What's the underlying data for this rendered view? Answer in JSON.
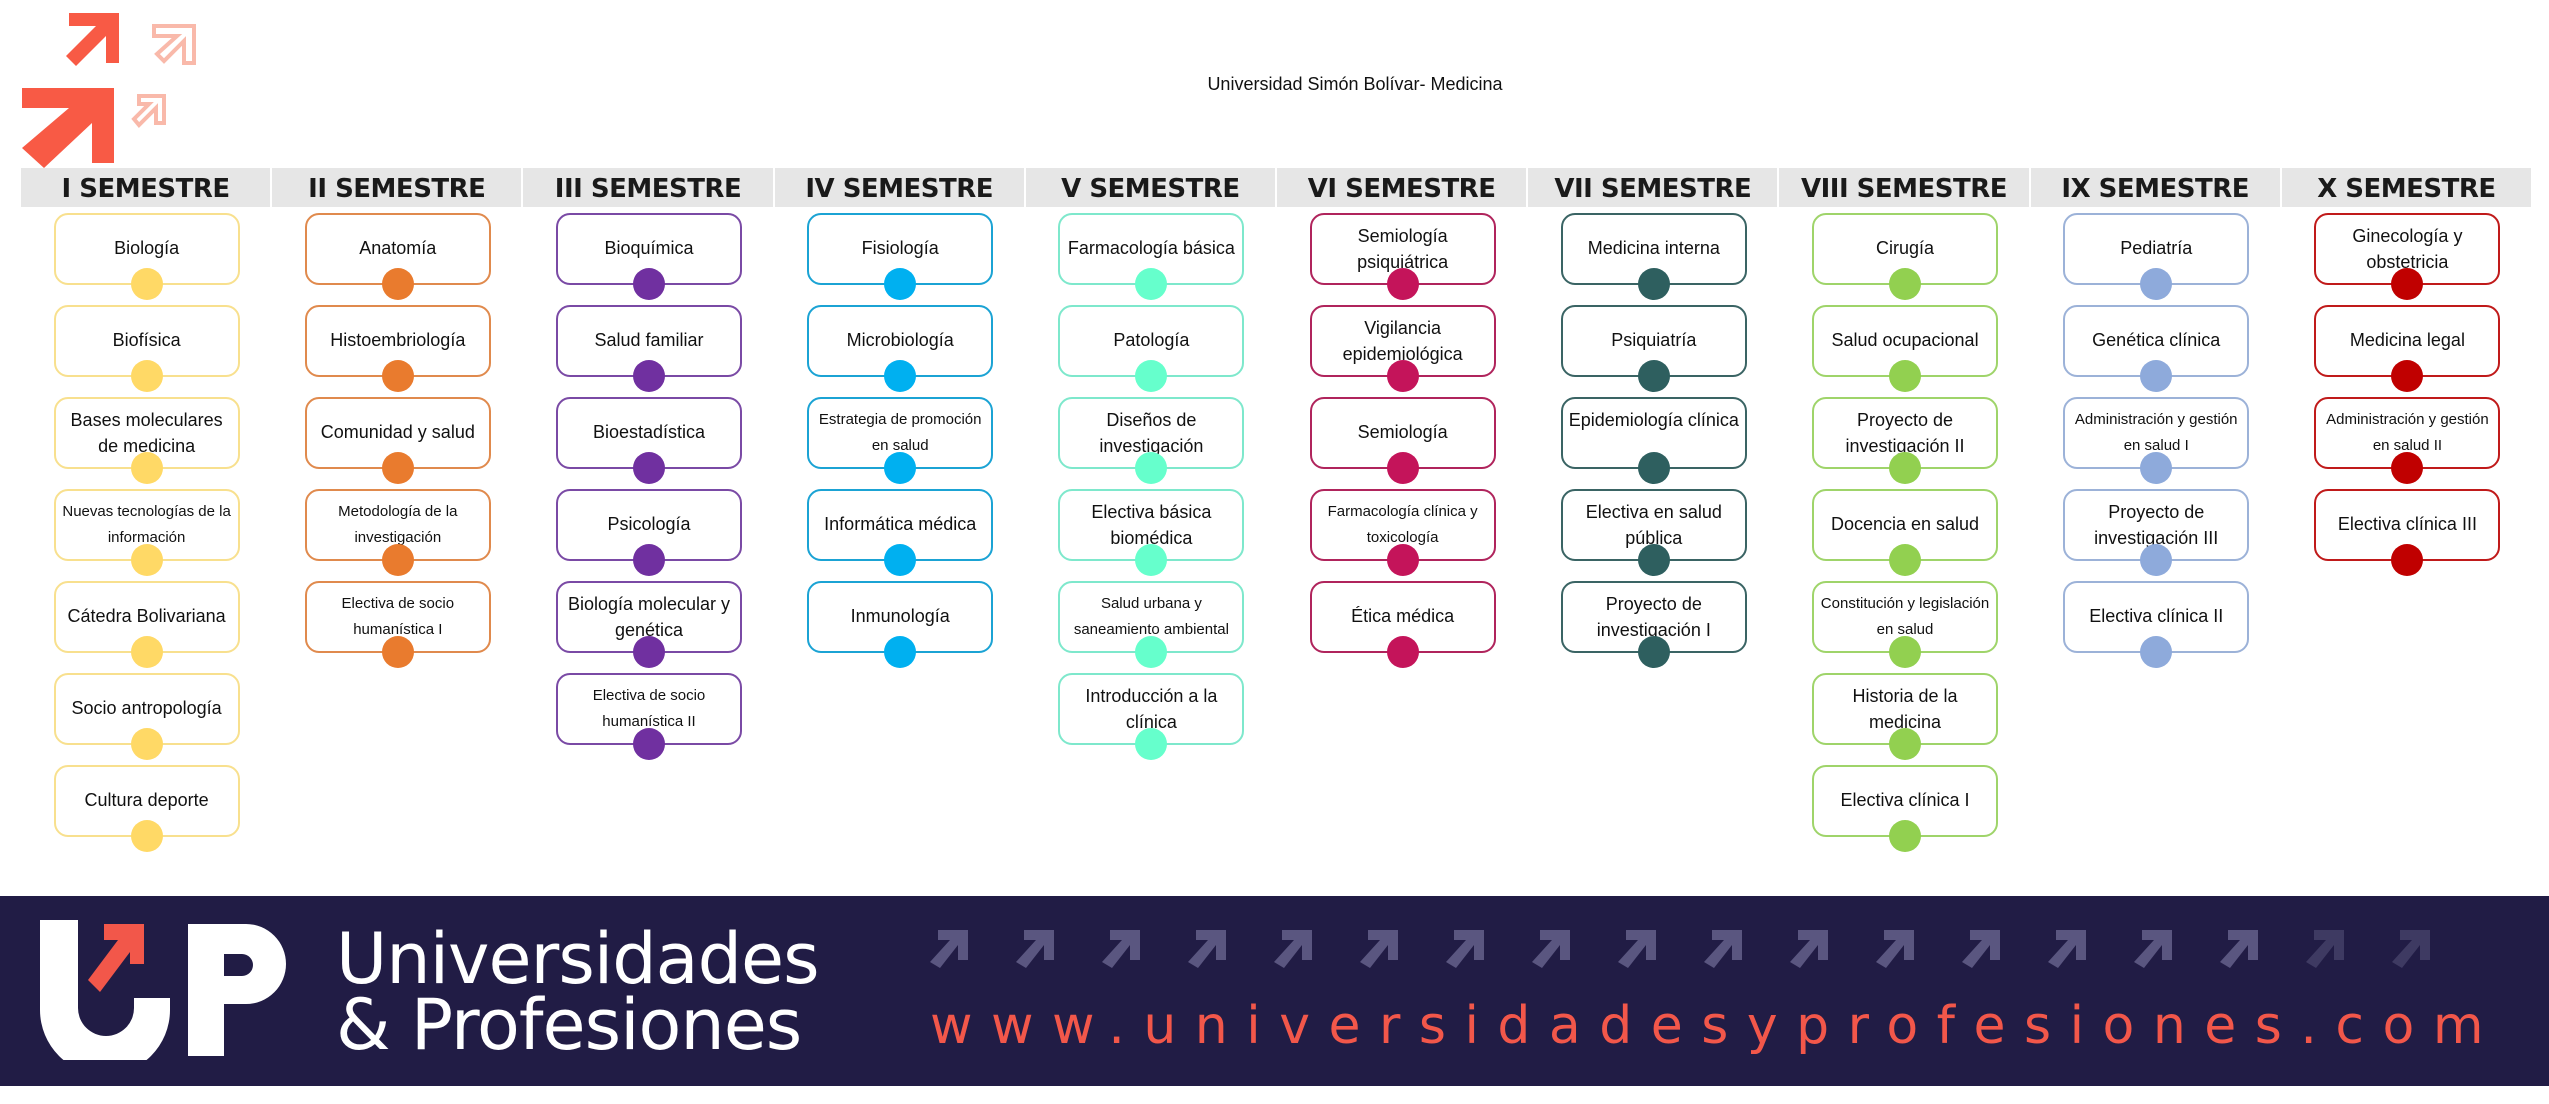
{
  "title": "Universidad Simón Bolívar- Medicina",
  "semesters": [
    {
      "name": "I SEMESTRE",
      "color": "#ffd966",
      "border": "#f8e08e",
      "courses": [
        "Biología",
        "Biofísica",
        "Bases moleculares de medicina",
        "Nuevas tecnologías de la información",
        "Cátedra Bolivariana",
        "Socio antropología",
        "Cultura deporte"
      ]
    },
    {
      "name": "II SEMESTRE",
      "color": "#e97b2e",
      "border": "#e08a4d",
      "courses": [
        "Anatomía",
        "Histoembriología",
        "Comunidad y salud",
        "Metodología de la investigación",
        "Electiva de socio humanística I"
      ]
    },
    {
      "name": "III SEMESTRE",
      "color": "#7030a0",
      "border": "#7a4aa5",
      "courses": [
        "Bioquímica",
        "Salud familiar",
        "Bioestadística",
        "Psicología",
        "Biología molecular y genética",
        "Electiva de socio humanística II"
      ]
    },
    {
      "name": "IV SEMESTRE",
      "color": "#00b0f0",
      "border": "#1ba3d4",
      "courses": [
        "Fisiología",
        "Microbiología",
        "Estrategia de promoción en salud",
        "Informática médica",
        "Inmunología"
      ]
    },
    {
      "name": "V SEMESTRE",
      "color": "#66ffcc",
      "border": "#7ee8cc",
      "courses": [
        "Farmacología básica",
        "Patología",
        "Diseños de investigación",
        "Electiva básica biomédica",
        "Salud urbana y saneamiento ambiental",
        "Introducción a la clínica"
      ]
    },
    {
      "name": "VI SEMESTRE",
      "color": "#c4145a",
      "border": "#b0245c",
      "courses": [
        "Semiología psiquiátrica",
        "Vigilancia epidemiológica",
        "Semiología",
        "Farmacología clínica y toxicología",
        "Ética médica"
      ]
    },
    {
      "name": "VII SEMESTRE",
      "color": "#2e5f5f",
      "border": "#3a6464",
      "courses": [
        "Medicina interna",
        "Psiquiatría",
        "Epidemiología clínica",
        "Electiva en salud pública",
        "Proyecto de investigación I"
      ]
    },
    {
      "name": "VIII SEMESTRE",
      "color": "#92d050",
      "border": "#9fd46a",
      "courses": [
        "Cirugía",
        "Salud ocupacional",
        "Proyecto de investigación II",
        "Docencia en salud",
        "Constitución y legislación en salud",
        "Historia de la medicina",
        "Electiva clínica I"
      ]
    },
    {
      "name": "IX SEMESTRE",
      "color": "#8eaadb",
      "border": "#9cb2d8",
      "courses": [
        "Pediatría",
        "Genética clínica",
        "Administración y gestión en salud I",
        "Proyecto de investigación III",
        "Electiva clínica II"
      ]
    },
    {
      "name": "X SEMESTRE",
      "color": "#c00000",
      "border": "#c01a1a",
      "courses": [
        "Ginecología y obstetricia",
        "Medicina legal",
        "Administración y gestión en salud II",
        "Electiva clínica III"
      ]
    }
  ],
  "footer": {
    "brand_line1": "Universidades",
    "brand_line2": "& Profesiones",
    "logo_text": "UP",
    "url": "www.universidadesyprofesiones.com",
    "bg_color": "#211c45",
    "accent_color": "#f2574a"
  }
}
